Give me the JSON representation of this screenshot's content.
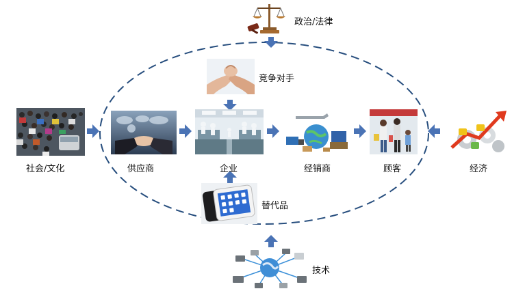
{
  "nodes": {
    "politics_law": "政治/法律",
    "competitors": "竞争对手",
    "society_culture": "社会/文化",
    "suppliers": "供应商",
    "enterprise": "企业",
    "distributors": "经销商",
    "customers": "顾客",
    "economy": "经济",
    "substitutes": "替代品",
    "technology": "技术"
  },
  "colors": {
    "arrow": "#4a73b5",
    "ellipse": "#274e7e"
  }
}
